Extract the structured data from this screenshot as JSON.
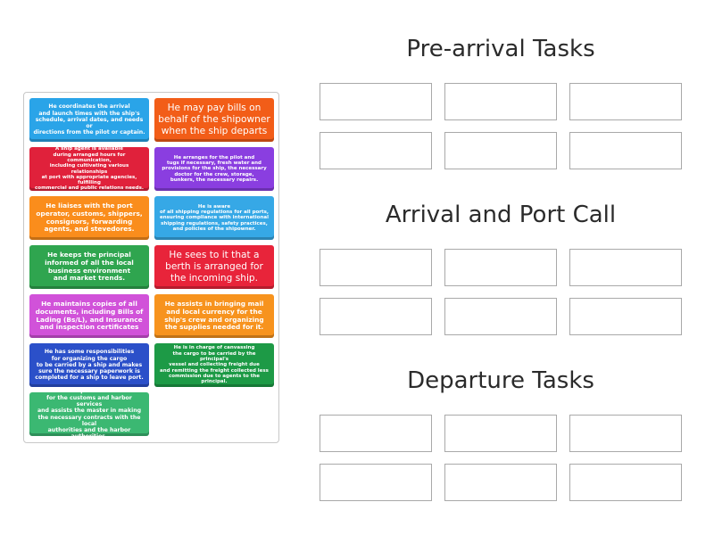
{
  "cards": [
    {
      "text": "He coordinates the arrival\nand launch times with the ship's\nschedule, arrival dates, and needs or\ndirections from the pilot or captain.",
      "color": "#2aa4e8"
    },
    {
      "text": "He may pay bills on\nbehalf of the shipowner\nwhen the ship departs",
      "color": "#f25d18"
    },
    {
      "text": "A ship agent is available\nduring arranged hours for communication,\nincluding cultivating various relationships\nat port with appropriate agencies, fulfilling\ncommercial and public relations needs.",
      "color": "#e0213b"
    },
    {
      "text": "He arranges for the pilot and\ntugs if necessary, fresh water and\nprovisions for the ship, the necessary\ndoctor for the crew, storage,\nbunkers, the necessary repairs.",
      "color": "#8a3ee0"
    },
    {
      "text": "He liaises with the port\noperator, customs, shippers,\nconsignors, forwarding\nagents, and stevedores.",
      "color": "#fa8d1c"
    },
    {
      "text": "He is aware\nof all shipping regulations for all ports,\nensuring compliance with international\nshipping regulations, safety practices,\nand policies of the shipowner.",
      "color": "#36a8e6"
    },
    {
      "text": "He keeps the principal\ninformed of all the local\nbusiness environment\nand market trends.",
      "color": "#2fa54f"
    },
    {
      "text": "He sees to it that a\nberth is arranged for\nthe incoming ship.",
      "color": "#e8243a"
    },
    {
      "text": "He maintains copies of all\ndocuments, including Bills of\nLading (Bs/L), and Insurance\nand inspection certificates",
      "color": "#d152d9"
    },
    {
      "text": "He assists in bringing mail\nand local currency for the\nship's crew and organizing\nthe supplies needed for it.",
      "color": "#f7931e"
    },
    {
      "text": "He has some responsibilities\nfor organizing the cargo\nto be carried by a ship and makes\nsure the necessary paperwork is\ncompleted for a ship to leave port.",
      "color": "#2b50c9"
    },
    {
      "text": "He is in charge of canvassing\nthe cargo to be carried by the principal's\nvessel and collecting freight due\nand remitting the freight collected less\ncommission due to agents to the principal.",
      "color": "#1d9a46"
    },
    {
      "text": "He draws up the documents\nfor the customs and harbor services\nand assists the master in making\nthe necessary contracts with the local\nauthorities and the harbor authorities.",
      "color": "#3bb872"
    }
  ],
  "categories": [
    {
      "title": "Pre-arrival Tasks"
    },
    {
      "title": "Arrival and Port Call"
    },
    {
      "title": "Departure Tasks"
    }
  ]
}
